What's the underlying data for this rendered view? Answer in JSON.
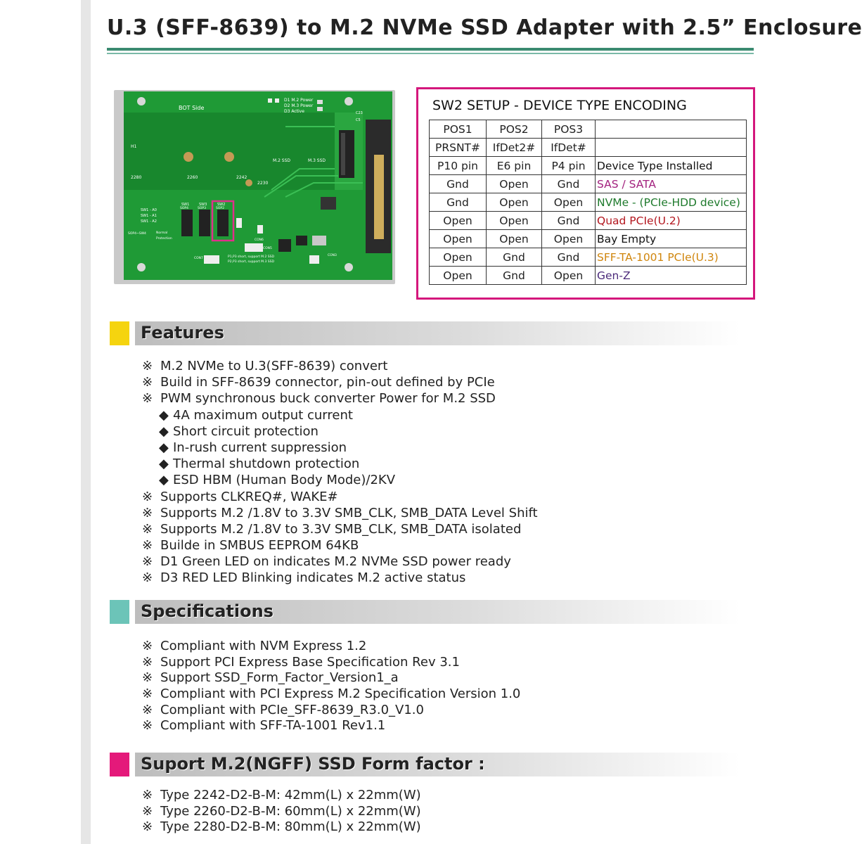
{
  "title": "U.3 (SFF-8639) to M.2 NVMe SSD Adapter with 2.5” Enclosure",
  "pcb": {
    "bot_side": "BOT Side",
    "led_d1": "D1 M.2 Power",
    "led_d2": "D2 M.3 Power",
    "led_d3": "D3 Active",
    "m2_ssd": "M.2 SSD",
    "m3_ssd": "M.3 SSD",
    "sizes": [
      "2280",
      "2260",
      "2242",
      "2230"
    ],
    "sw_labels": [
      "SW1",
      "SW3",
      "SW2"
    ],
    "sop_labels": [
      "SOP4",
      "SOP3",
      "SOP2"
    ],
    "sw_addr": [
      "SW1 - A0",
      "SW1 - A1",
      "SW1 - A2"
    ],
    "normal": "Normal",
    "protection": "Protection",
    "sop_sw": "SOP4~SW4",
    "p1": "P1,P3 short, support M.2 SSD",
    "p2": "P2,P3 short, support M.3 SSD",
    "con": [
      "CON7",
      "CON6",
      "CON5",
      "CON3"
    ],
    "h1": "H1",
    "c23": "C23",
    "c5": "C5"
  },
  "sw2": {
    "title": "SW2 SETUP - DEVICE TYPE ENCODING",
    "rows": [
      {
        "a": "POS1",
        "b": "POS2",
        "c": "POS3",
        "d": "",
        "color": "#111111"
      },
      {
        "a": "PRSNT#",
        "b": "IfDet2#",
        "c": "IfDet#",
        "d": "",
        "color": "#111111"
      },
      {
        "a": "P10 pin",
        "b": "E6 pin",
        "c": "P4 pin",
        "d": "Device Type Installed",
        "color": "#111111"
      },
      {
        "a": "Gnd",
        "b": "Open",
        "c": "Gnd",
        "d": "SAS / SATA",
        "color": "#a3237f"
      },
      {
        "a": "Gnd",
        "b": "Open",
        "c": "Open",
        "d": "NVMe - (PCIe-HDD device)",
        "color": "#1e7a2c"
      },
      {
        "a": "Open",
        "b": "Open",
        "c": "Gnd",
        "d": "Quad PCIe(U.2)",
        "color": "#b3161e"
      },
      {
        "a": "Open",
        "b": "Open",
        "c": "Open",
        "d": "Bay Empty",
        "color": "#111111"
      },
      {
        "a": "Open",
        "b": "Gnd",
        "c": "Gnd",
        "d": "SFF-TA-1001 PCIe(U.3)",
        "color": "#d0860e"
      },
      {
        "a": "Open",
        "b": "Gnd",
        "c": "Open",
        "d": "Gen-Z",
        "color": "#4b2a7a"
      }
    ]
  },
  "features": {
    "heading": "Features",
    "color": "#f5d40f",
    "mark": "※",
    "diamond": "◆",
    "items": [
      {
        "text": "M.2 NVMe to U.3(SFF-8639) convert",
        "sub": false
      },
      {
        "text": "Build in SFF-8639 connector, pin-out defined by PCIe",
        "sub": false
      },
      {
        "text": "PWM synchronous buck converter Power for M.2 SSD",
        "sub": false
      },
      {
        "text": "4A maximum output current",
        "sub": true
      },
      {
        "text": "Short circuit protection",
        "sub": true
      },
      {
        "text": "In-rush current suppression",
        "sub": true
      },
      {
        "text": "Thermal shutdown protection",
        "sub": true
      },
      {
        "text": "ESD HBM (Human Body Mode)/2KV",
        "sub": true
      },
      {
        "text": "Supports CLKREQ#, WAKE#",
        "sub": false
      },
      {
        "text": "Supports M.2 /1.8V to 3.3V SMB_CLK, SMB_DATA Level Shift",
        "sub": false
      },
      {
        "text": "Supports M.2 /1.8V to 3.3V SMB_CLK, SMB_DATA isolated",
        "sub": false
      },
      {
        "text": "Builde in SMBUS EEPROM 64KB",
        "sub": false
      },
      {
        "text": "D1 Green LED on indicates M.2 NVMe SSD power ready",
        "sub": false
      },
      {
        "text": "D3 RED LED Blinking indicates M.2 active status",
        "sub": false
      }
    ]
  },
  "specifications": {
    "heading": "Specifications",
    "color": "#6cc4b8",
    "items": [
      "Compliant with NVM Express 1.2",
      "Support PCI Express Base Specification Rev 3.1",
      "Support SSD_Form_Factor_Version1_a",
      "Compliant with PCI Express M.2 Specification Version 1.0",
      "Compliant with PCIe_SFF-8639_R3.0_V1.0",
      "Compliant with SFF-TA-1001 Rev1.1"
    ]
  },
  "form_factor": {
    "heading": "Suport M.2(NGFF) SSD Form factor :",
    "color": "#e4197a",
    "items": [
      "Type 2242-D2-B-M: 42mm(L) x 22mm(W)",
      "Type 2260-D2-B-M: 60mm(L) x 22mm(W)",
      "Type 2280-D2-B-M: 80mm(L) x 22mm(W)"
    ]
  }
}
